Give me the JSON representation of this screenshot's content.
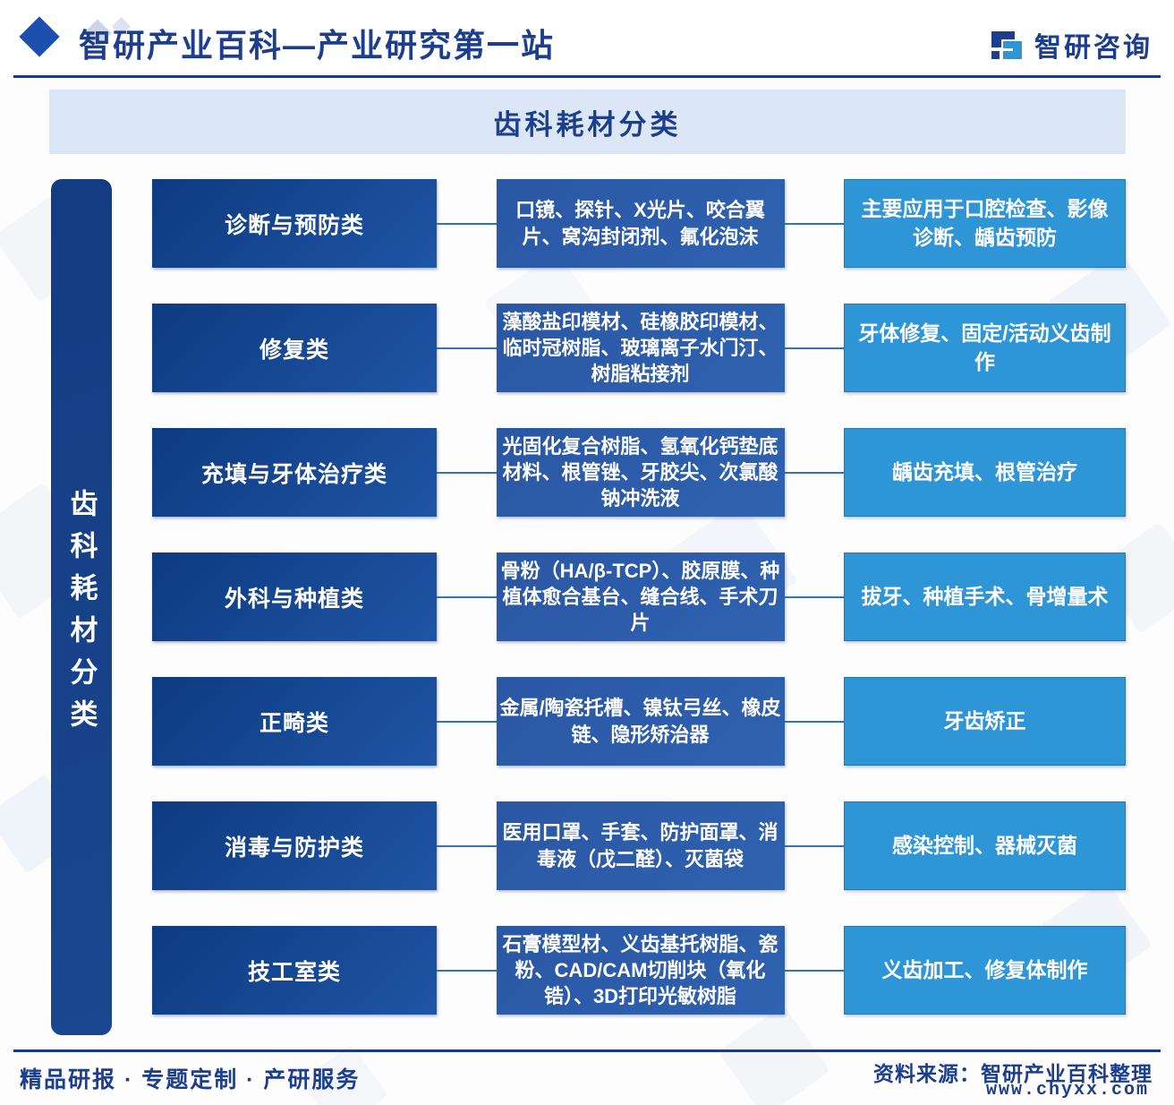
{
  "header": {
    "title": "智研产业百科—产业研究第一站",
    "logo_text": "智研咨询"
  },
  "chart_title": "齿科耗材分类",
  "sidebar_label": "齿科耗材分类",
  "rows": [
    {
      "category": "诊断与预防类",
      "items": "口镜、探针、X光片、咬合翼片、窝沟封闭剂、氟化泡沫",
      "application": "主要应用于口腔检查、影像诊断、龋齿预防"
    },
    {
      "category": "修复类",
      "items": "藻酸盐印模材、硅橡胶印模材、临时冠树脂、玻璃离子水门汀、树脂粘接剂",
      "application": "牙体修复、固定/活动义齿制作"
    },
    {
      "category": "充填与牙体治疗类",
      "items": "光固化复合树脂、氢氧化钙垫底材料、根管锉、牙胶尖、次氯酸钠冲洗液",
      "application": "龋齿充填、根管治疗"
    },
    {
      "category": "外科与种植类",
      "items": "骨粉（HA/β-TCP）、胶原膜、种植体愈合基台、缝合线、手术刀片",
      "application": "拔牙、种植手术、骨增量术"
    },
    {
      "category": "正畸类",
      "items": "金属/陶瓷托槽、镍钛弓丝、橡皮链、隐形矫治器",
      "application": "牙齿矫正"
    },
    {
      "category": "消毒与防护类",
      "items": "医用口罩、手套、防护面罩、消毒液（戊二醛）、灭菌袋",
      "application": "感染控制、器械灭菌"
    },
    {
      "category": "技工室类",
      "items": "石膏模型材、义齿基托树脂、瓷粉、CAD/CAM切削块（氧化锆）、3D打印光敏树脂",
      "application": "义齿加工、修复体制作"
    }
  ],
  "footer": {
    "services": "精品研报 · 专题定制 · 产研服务",
    "source": "资料来源：智研产业百科整理",
    "website": "www.chyxx.com"
  },
  "colors": {
    "header_navy": "#1c3e8d",
    "title_bar_bg": "#dbe7f6",
    "category_box": "#16428c",
    "middle_box": "#2c5cab",
    "application_box": "#2e96d6",
    "connector": "#2d75b8"
  }
}
